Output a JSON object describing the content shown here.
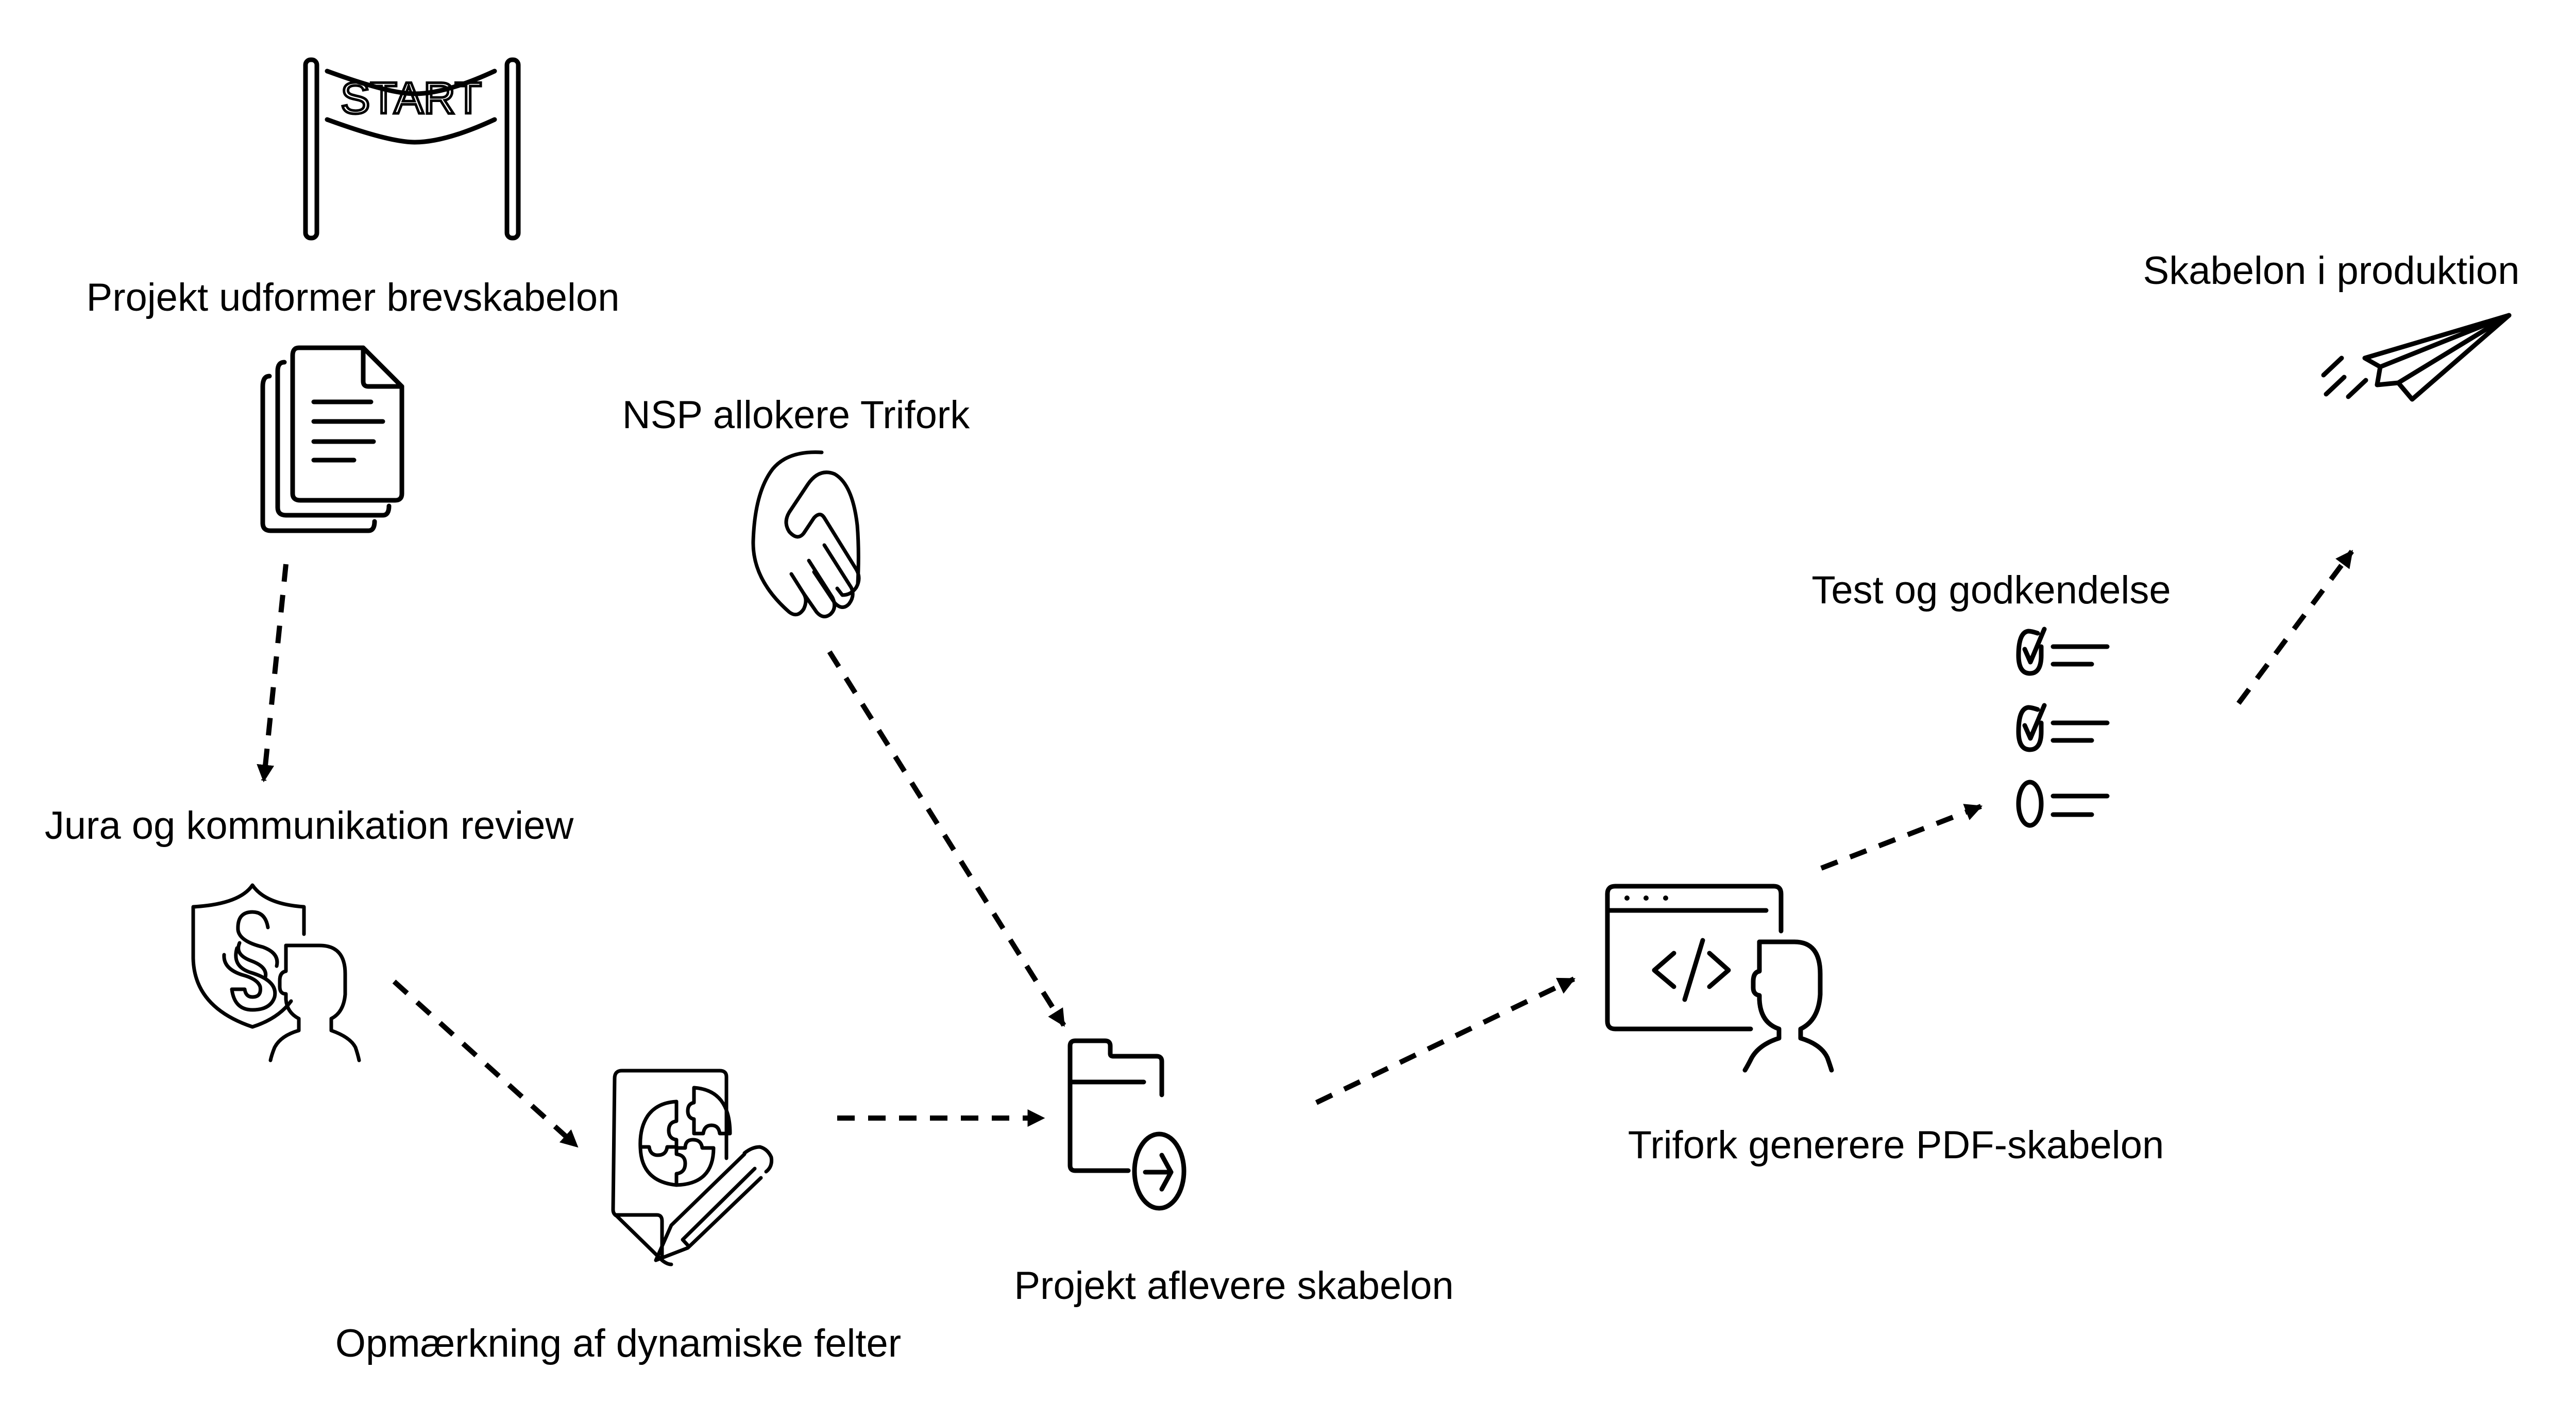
{
  "diagram": {
    "type": "process-flow",
    "colors": {
      "foreground": "#000000",
      "background": "#ffffff"
    },
    "steps": [
      {
        "id": "start",
        "label": "Projekt udformer brevskabelon",
        "icon": "start-banner-icon",
        "banner_text": "START",
        "secondary_icon": "documents-stack-icon"
      },
      {
        "id": "review",
        "label": "Jura og kommunikation review",
        "icon": "legal-shield-person-icon"
      },
      {
        "id": "markup",
        "label": "Opmærkning af dynamiske felter",
        "icon": "puzzle-document-pencil-icon"
      },
      {
        "id": "allocate",
        "label": "NSP allokere Trifork",
        "icon": "handshake-icon"
      },
      {
        "id": "deliver",
        "label": "Projekt aflevere skabelon",
        "icon": "folder-arrow-icon"
      },
      {
        "id": "generate",
        "label": "Trifork generere PDF-skabelon",
        "icon": "code-window-person-icon"
      },
      {
        "id": "test",
        "label": "Test og godkendelse",
        "icon": "checklist-icon",
        "checklist": [
          true,
          true,
          false
        ]
      },
      {
        "id": "production",
        "label": "Skabelon i produktion",
        "icon": "paper-plane-icon"
      }
    ],
    "edges": [
      {
        "from": "start",
        "to": "review",
        "style": "dashed"
      },
      {
        "from": "review",
        "to": "markup",
        "style": "dashed"
      },
      {
        "from": "markup",
        "to": "deliver",
        "style": "dashed"
      },
      {
        "from": "allocate",
        "to": "deliver",
        "style": "dashed"
      },
      {
        "from": "deliver",
        "to": "generate",
        "style": "dashed"
      },
      {
        "from": "generate",
        "to": "test",
        "style": "dashed"
      },
      {
        "from": "test",
        "to": "production",
        "style": "dashed"
      }
    ]
  }
}
